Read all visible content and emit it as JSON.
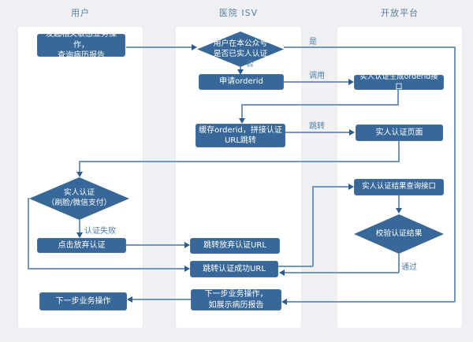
{
  "diagram": {
    "lanes": [
      {
        "title": "用户"
      },
      {
        "title": "医院 ISV"
      },
      {
        "title": "开放平台"
      }
    ],
    "nodes": {
      "start": "发起相关敏感业务操作，\n查询病历报告",
      "check_auth": "用户在本公众号\n是否已实人认证",
      "apply_orderid": "申请orderid",
      "gen_orderid_api": "实人认证生成orderid接口",
      "cache_orderid": "缓存orderid，拼接认证\nURL跳转",
      "auth_page": "实人认证页面",
      "do_auth": "实人认证\n（刷脸/微信支付）",
      "abandon_auth": "点击放弃认证",
      "jump_abandon_url": "跳转放弃认证URL",
      "jump_success_url": "跳转认证成功URL",
      "result_query_api": "实人认证结果查询接口",
      "verify_result": "校验认证结果",
      "next_step_isv": "下一步业务操作，\n如展示病历报告",
      "next_step_user": "下一步业务操作"
    },
    "edge_labels": {
      "yes": "是",
      "no": "否",
      "call": "调用",
      "jump": "跳转",
      "auth_fail": "认证失败",
      "pass": "通过"
    },
    "colors": {
      "background": "#eef0f4",
      "node_fill": "#38689a",
      "line": "#7296bc",
      "arrow": "#2b5c8f",
      "label_text": "#4d7fae",
      "lane_title": "#5b7ca1"
    }
  }
}
